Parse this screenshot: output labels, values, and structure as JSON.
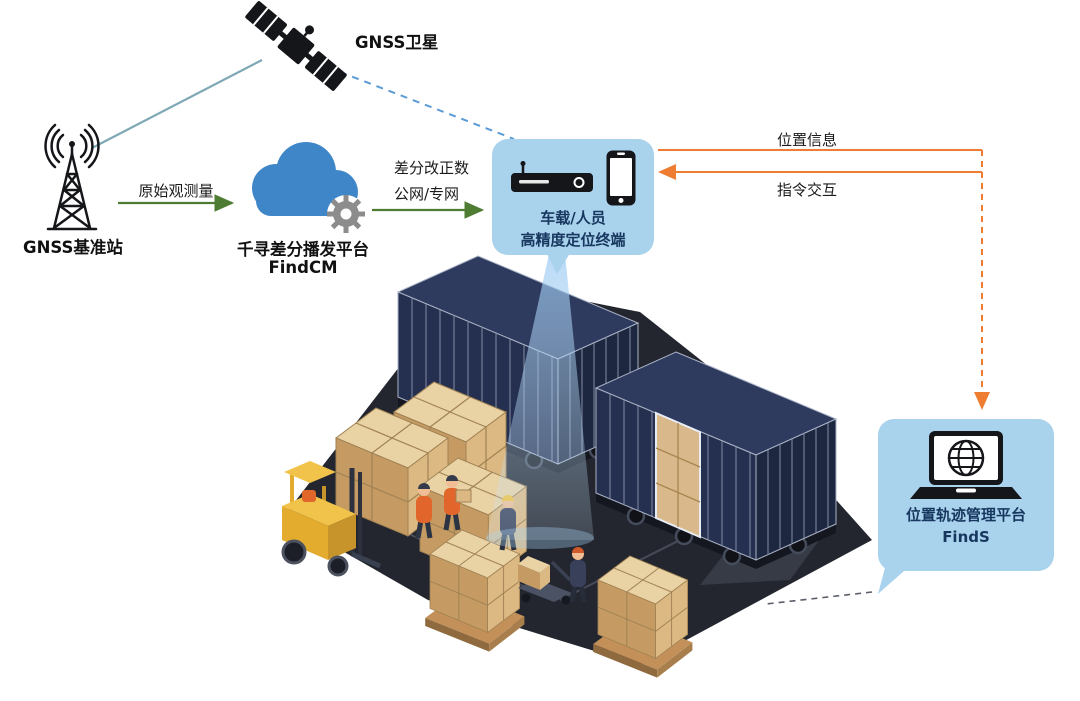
{
  "nodes": {
    "satellite": {
      "label": "GNSS卫星",
      "icon": "satellite-icon"
    },
    "base_station": {
      "label": "GNSS基准站",
      "icon": "radio-tower-icon"
    },
    "cloud": {
      "title": "千寻差分播发平台",
      "subtitle": "FindCM",
      "icon": "cloud-gear-icon"
    },
    "terminal": {
      "title": "车载/人员",
      "subtitle": "高精度定位终端",
      "icons": [
        "receiver-device-icon",
        "smartphone-icon"
      ]
    },
    "management": {
      "title": "位置轨迹管理平台",
      "subtitle": "FindS",
      "icon": "laptop-globe-icon"
    }
  },
  "edges": {
    "raw_observation": {
      "label": "原始观测量"
    },
    "correction": {
      "label_line1": "差分改正数",
      "label_line2": "公网/专网"
    },
    "position_info": {
      "label": "位置信息"
    },
    "command": {
      "label": "指令交互"
    }
  },
  "scene": {
    "objects": [
      "shipping-containers",
      "carton-stacks",
      "forklift",
      "workers",
      "pallet-jack",
      "light-beam"
    ]
  },
  "colors": {
    "arrow_green": "#4e7c32",
    "arrow_orange": "#ee7d31",
    "link_blue_dashed": "#5b9bd5",
    "link_teal": "#7fa8b6",
    "panel_bg": "#a9d2ed",
    "panel_text": "#17375e",
    "cloud_blue": "#3f86c9",
    "container_navy": "#253050",
    "floor_dark": "#23262f",
    "carton_tan": "#dcb983",
    "forklift_yellow": "#e9b63b"
  }
}
